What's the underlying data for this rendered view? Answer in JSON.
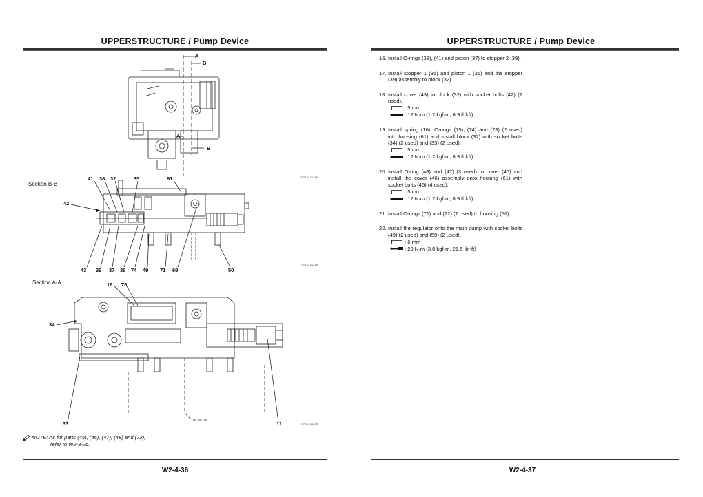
{
  "left_page": {
    "header": "UPPERSTRUCTURE / Pump Device",
    "footer": "W2-4-36",
    "top_view": {
      "markers": [
        "A",
        "B",
        "A",
        "B"
      ],
      "code": "T1F3-03-01-005"
    },
    "section_bb": {
      "title": "Section B-B",
      "labels_top": [
        "41",
        "38",
        "32",
        "35",
        "61"
      ],
      "labels_left": [
        "42"
      ],
      "labels_bottom": [
        "43",
        "39",
        "37",
        "36",
        "74",
        "49",
        "71",
        "69",
        "50"
      ],
      "code": "T1F3-03-01-004"
    },
    "section_aa": {
      "title": "Section A-A",
      "labels": [
        "16",
        "75",
        "34",
        "33",
        "11"
      ],
      "code": "T1F3-03-01-003"
    },
    "note": {
      "prefix": "NOTE:",
      "line1": "As for parts (45), (46), (47), (48) and (72),",
      "line2": "refer to W2-3-26."
    }
  },
  "right_page": {
    "header": "UPPERSTRUCTURE / Pump Device",
    "footer": "W2-4-37",
    "steps": [
      {
        "num": "16.",
        "text": "Install O-rings (38), (41) and piston (37) to stopper 2 (39).",
        "specs": []
      },
      {
        "num": "17.",
        "text": "Install stopper 1 (35) and piston 1 (36) and the stopper (39) assembly to block (32).",
        "specs": []
      },
      {
        "num": "18.",
        "text": "Install cover (43) to block (32) with socket bolts (42) (2 used).",
        "specs": [
          {
            "icon": "hex-key-icon",
            "value": ": 5 mm"
          },
          {
            "icon": "torque-wrench-icon",
            "value": ": 12 N·m (1.2 kgf·m, 8.9 lbf·ft)"
          }
        ]
      },
      {
        "num": "19.",
        "text": "Install spring (16), O-rings (75), (74) and (73) (2 used) into housing (61) and install block (32) with socket bolts (34) (2 used) and (33) (2 used).",
        "specs": [
          {
            "icon": "hex-key-icon",
            "value": ": 5 mm"
          },
          {
            "icon": "torque-wrench-icon",
            "value": ": 12 N·m (1.2 kgf·m, 8.9 lbf·ft)"
          }
        ]
      },
      {
        "num": "20.",
        "text": "Install O-ring (48) and (47) (3 used) to cover (46) and install the cover (46) assembly onto housing (61) with socket bolts (45) (4 used).",
        "specs": [
          {
            "icon": "hex-key-icon",
            "value": ": 5 mm"
          },
          {
            "icon": "torque-wrench-icon",
            "value": ": 12 N·m (1.2 kgf·m, 8.9 lbf·ft)"
          }
        ]
      },
      {
        "num": "21.",
        "text": "Install O-rings (71) and (72) (7 used) to housing (61).",
        "specs": []
      },
      {
        "num": "22.",
        "text": "Install the regulator onto the main pump with socket bolts (49) (2 used) and (50) (2 used).",
        "specs": [
          {
            "icon": "hex-key-icon",
            "value": ": 6 mm"
          },
          {
            "icon": "torque-wrench-icon",
            "value": ": 29 N·m (3.0 kgf·m, 21.5 lbf·ft)"
          }
        ]
      }
    ]
  }
}
